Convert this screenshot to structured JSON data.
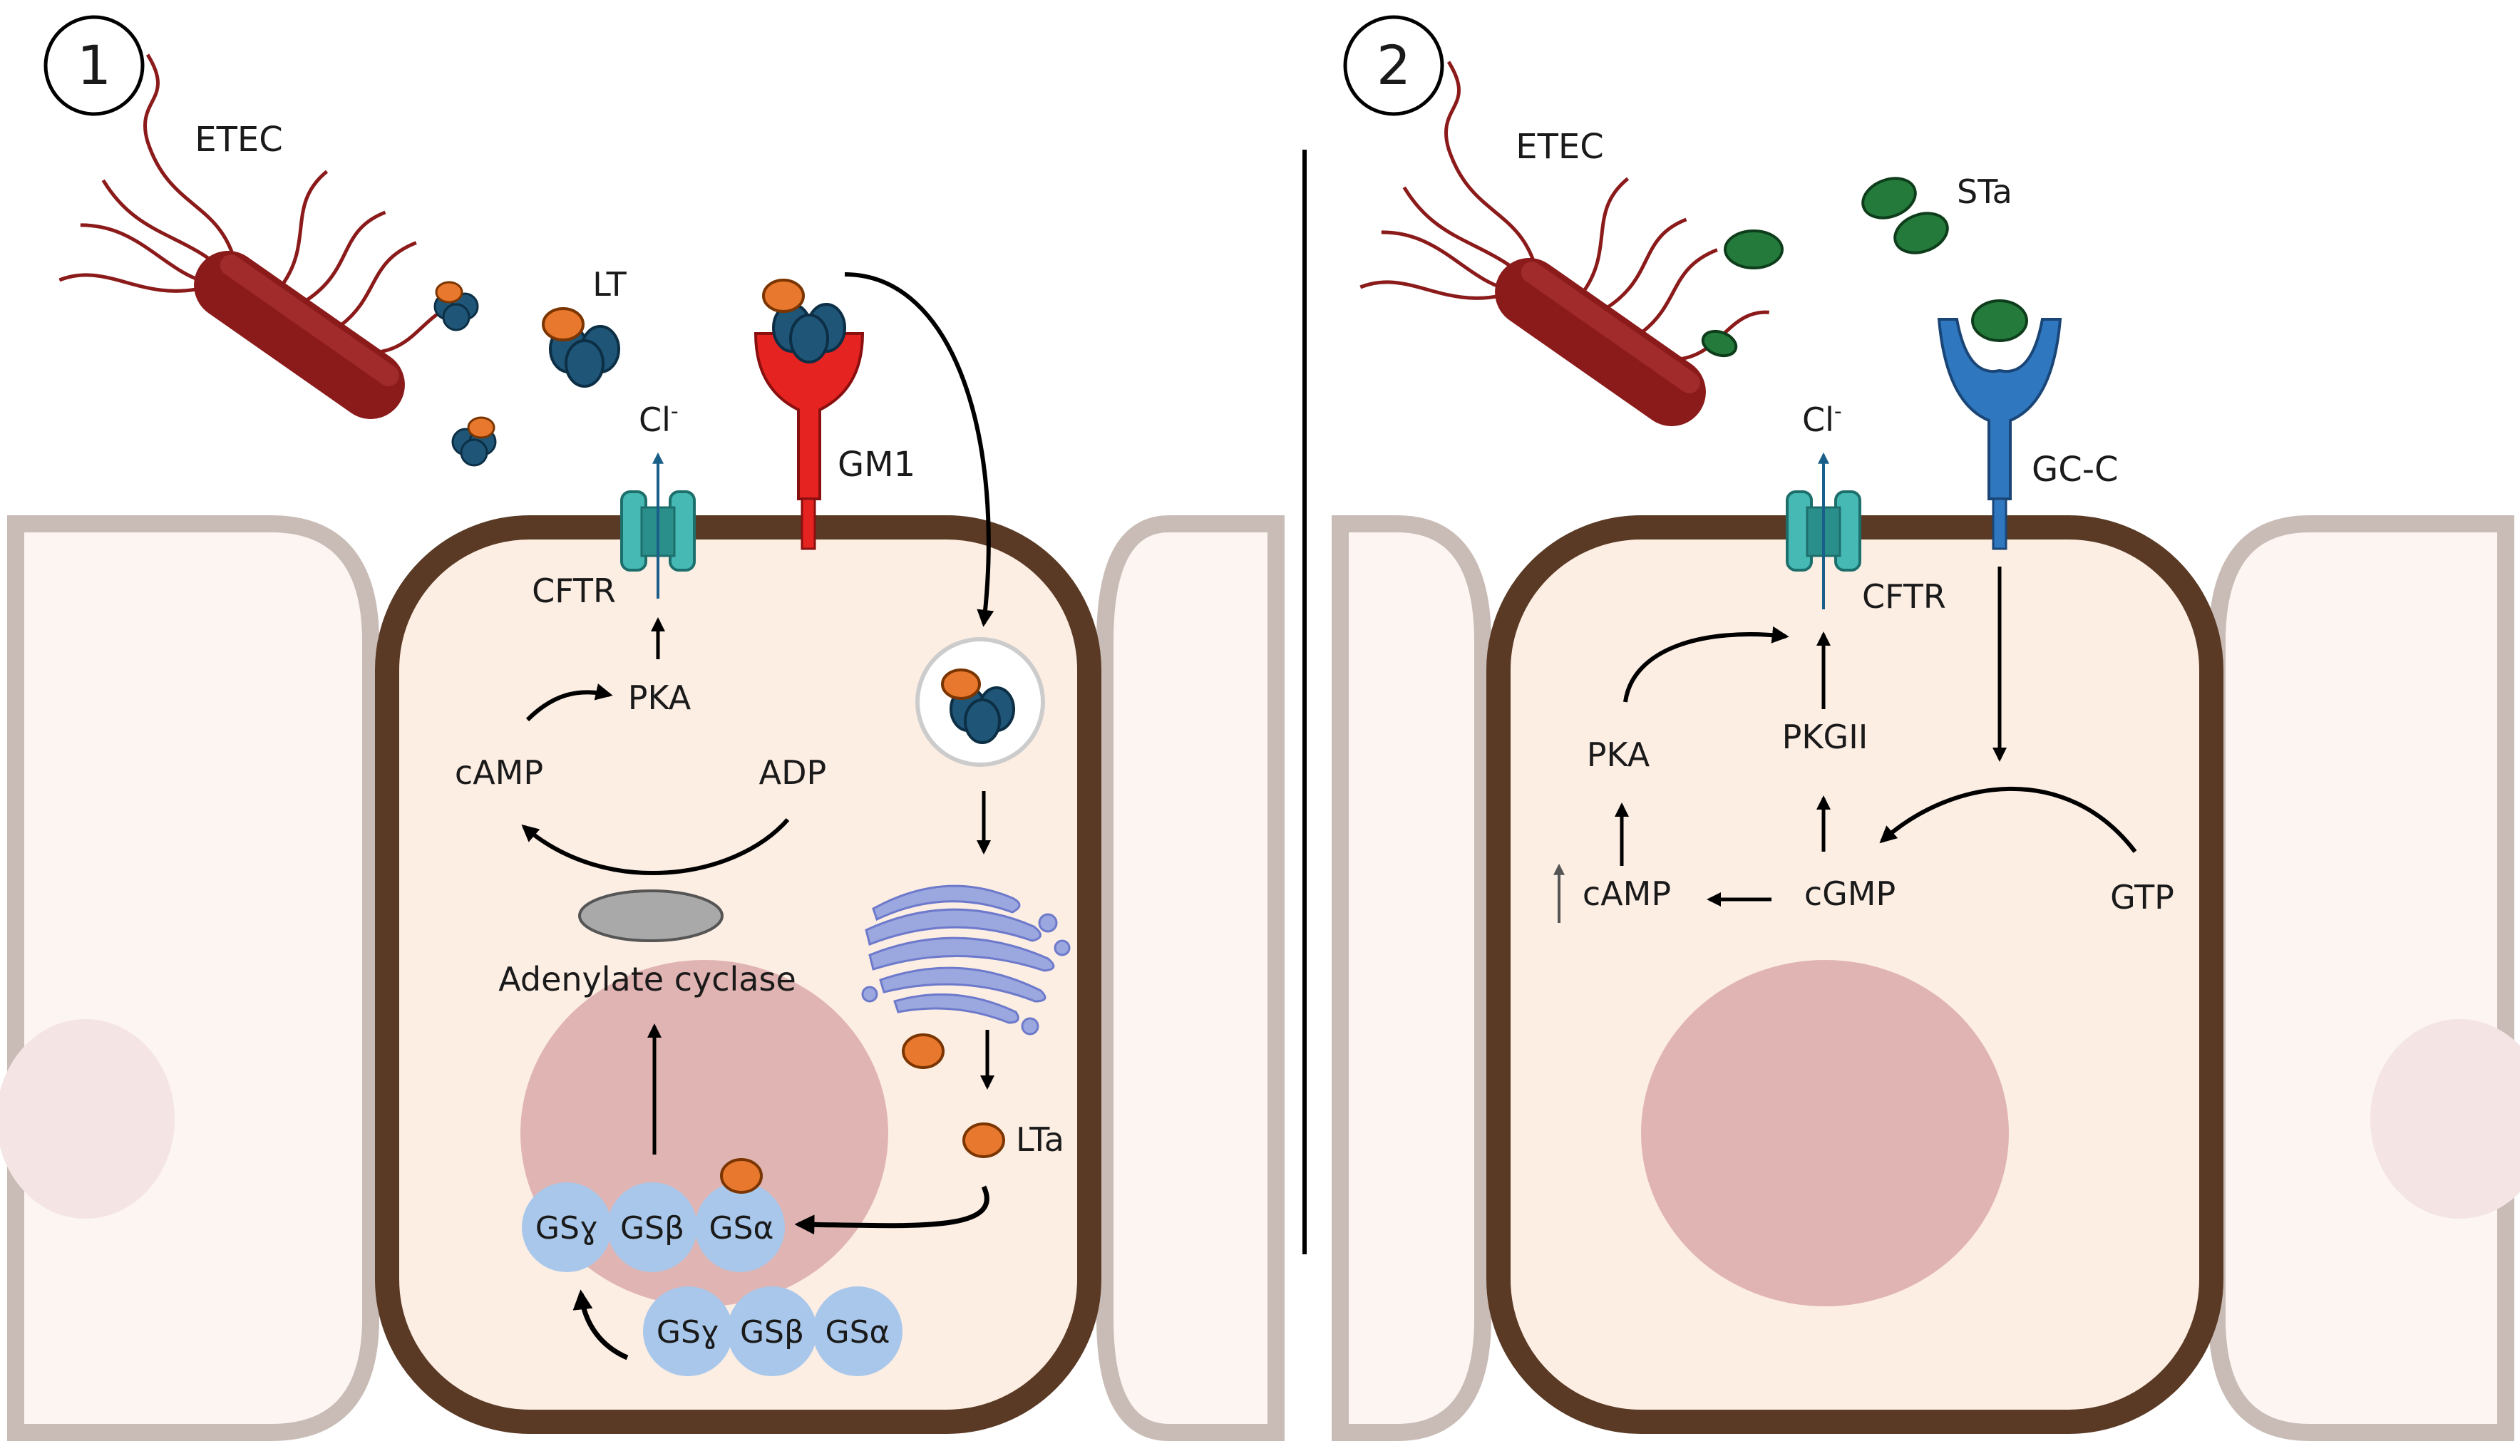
{
  "panels": [
    {
      "number": "1",
      "labels": {
        "etec": "ETEC",
        "lt": "LT",
        "cl": "Cl",
        "cl_sup": "-",
        "gm1": "GM1",
        "cftr": "CFTR",
        "pka": "PKA",
        "camp": "cAMP",
        "adp": "ADP",
        "adenylate_cyclase": "Adenylate cyclase",
        "lta": "LTa",
        "gs_top": [
          "GSɣ",
          "GSβ",
          "GSα"
        ],
        "gs_bottom": [
          "GSɣ",
          "GSβ",
          "GSα"
        ]
      }
    },
    {
      "number": "2",
      "labels": {
        "etec": "ETEC",
        "sta": "STa",
        "cl": "Cl",
        "cl_sup": "-",
        "gcc": "GC-C",
        "cftr": "CFTR",
        "pka": "PKA",
        "pkgii": "PKGII",
        "camp": "cAMP",
        "cgmp": "cGMP",
        "gtp": "GTP"
      }
    }
  ],
  "colors": {
    "membrane": "#5a3a25",
    "cytoplasm": "#fdeee4",
    "nucleus": "#e0b4b2",
    "neighbor_cell": "#fcf5f2",
    "neighbor_border": "#c9bcb6",
    "bacterium": "#8b1a1a",
    "toxin_blue": "#1f5577",
    "toxin_orange": "#e8782e",
    "gm1_receptor": "#e52421",
    "gcc_receptor": "#2f78bf",
    "cftr_channel": "#46b9b5",
    "golgi": "#9ba7df",
    "gs_protein": "#a8c7ea",
    "adenylate_cyclase": "#a9a9a9",
    "sta_toxin": "#237a3a"
  }
}
